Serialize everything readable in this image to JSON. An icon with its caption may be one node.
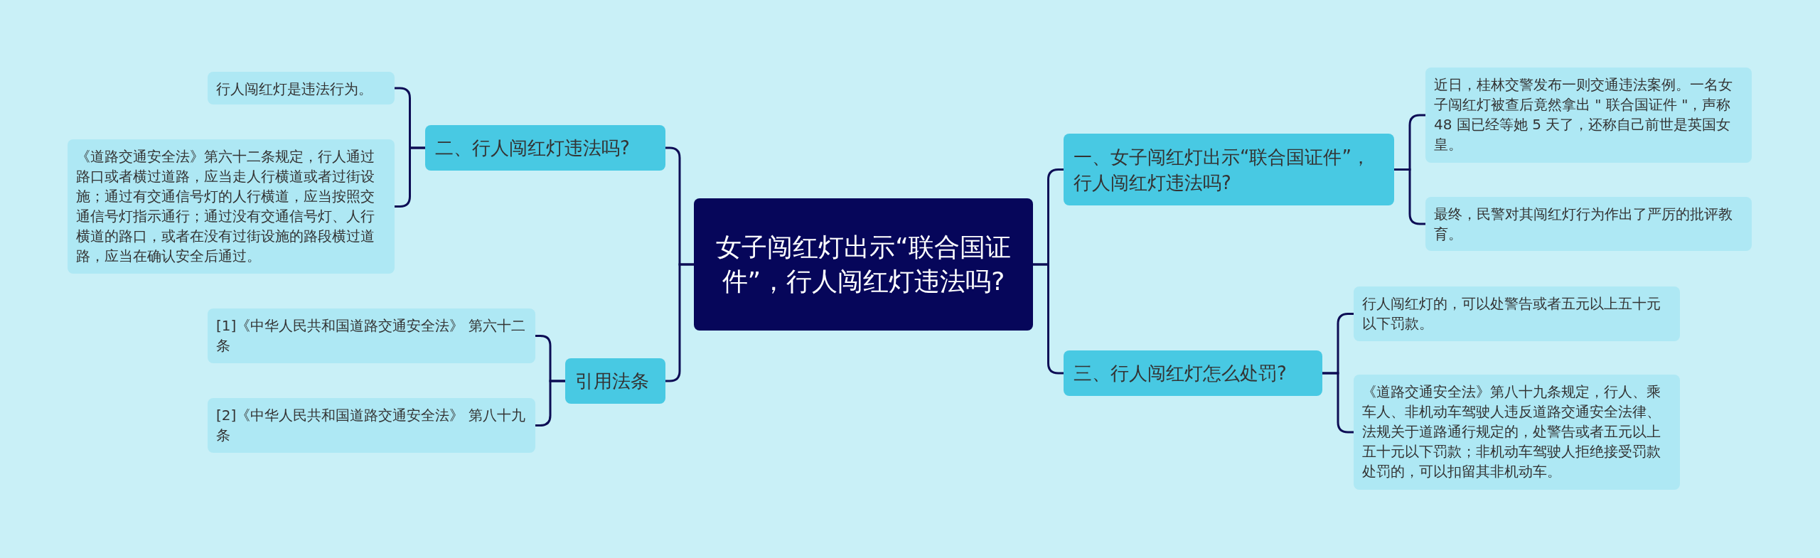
{
  "diagram": {
    "nodes": [
      {
        "text": [
          "女子闯红灯出示“联合国证件”，行人闯红灯违法吗?"
        ]
      },
      {
        "text": [
          "一、女子闯红灯出示“联合国证件”，行人闯红灯违法吗?"
        ]
      },
      {
        "text": [
          "近日，桂林交警发布一则交通违法案例。一名女子闯红灯被查后竟然拿出 \" 联合国证件 \"，声称 48 国已经等她 5 天了，还称自己前世是英国女皇。"
        ]
      },
      {
        "text": [
          "最终，民警对其闯红灯行为作出了严厉的批评教育。"
        ]
      },
      {
        "text": [
          "二、行人闯红灯违法吗?"
        ]
      },
      {
        "text": [
          "行人闯红灯是违法行为。"
        ]
      },
      {
        "text": [
          "《道路交通安全法》第六十二条规定，行人通过路口或者横过道路，应当走人行横道或者过街设施；通过有交通信号灯的人行横道，应当按照交通信号灯指示通行；通过没有交通信号灯、人行横道的路口，或者在没有过街设施的路段横过道路，应当在确认安全后通过。"
        ]
      },
      {
        "text": [
          "三、行人闯红灯怎么处罚?"
        ]
      },
      {
        "text": [
          "行人闯红灯的，可以处警告或者五元以上五十元以下罚款。"
        ]
      },
      {
        "text": [
          "《道路交通安全法》第八十九条规定，行人、乘车人、非机动车驾驶人违反道路交通安全法律、法规关于道路通行规定的，处警告或者五元以上五十元以下罚款；非机动车驾驶人拒绝接受罚款处罚的，可以扣留其非机动车。"
        ]
      },
      {
        "text": [
          "引用法条"
        ]
      },
      {
        "text": [
          "[1]《中华人民共和国道路交通安全法》 第六十二条"
        ]
      },
      {
        "text": [
          "[2]《中华人民共和国道路交通安全法》 第八十九条"
        ]
      }
    ],
    "edges": [
      {
        "from": 0,
        "to": 1,
        "arrow": "none"
      },
      {
        "from": 1,
        "to": 2,
        "arrow": "none"
      },
      {
        "from": 1,
        "to": 3,
        "arrow": "none"
      },
      {
        "from": 0,
        "to": 4,
        "arrow": "none"
      },
      {
        "from": 4,
        "to": 5,
        "arrow": "none"
      },
      {
        "from": 4,
        "to": 6,
        "arrow": "none"
      },
      {
        "from": 0,
        "to": 7,
        "arrow": "none"
      },
      {
        "from": 7,
        "to": 8,
        "arrow": "none"
      },
      {
        "from": 7,
        "to": 9,
        "arrow": "none"
      },
      {
        "from": 0,
        "to": 10,
        "arrow": "none"
      },
      {
        "from": 10,
        "to": 11,
        "arrow": "none"
      },
      {
        "from": 10,
        "to": 12,
        "arrow": "none"
      }
    ]
  }
}
